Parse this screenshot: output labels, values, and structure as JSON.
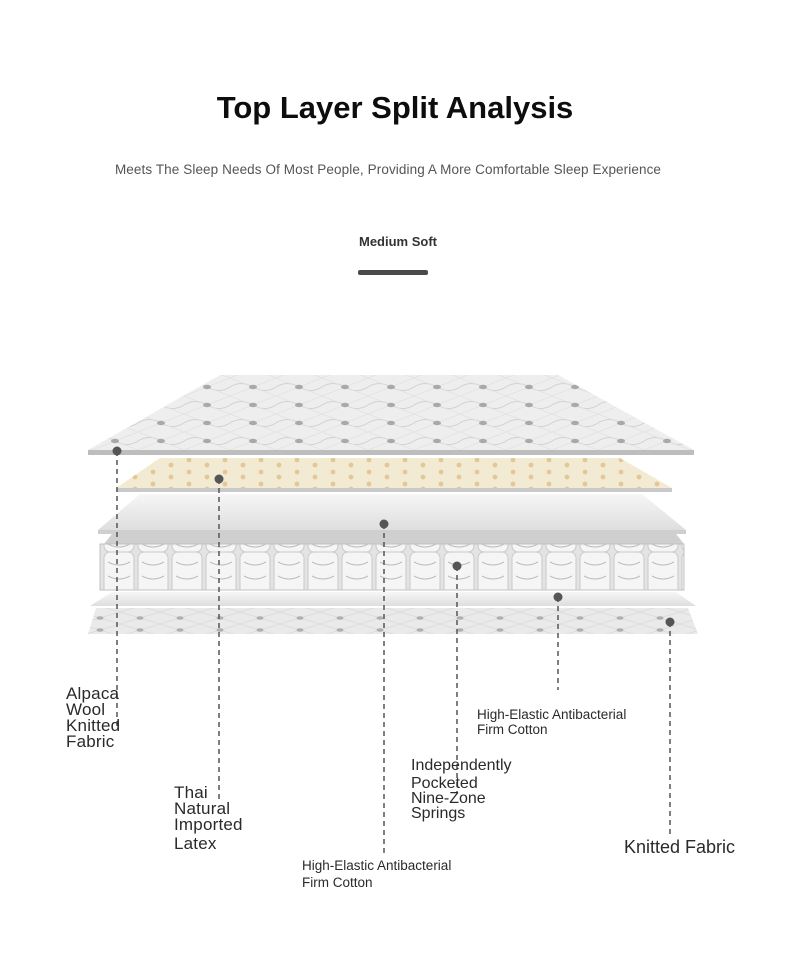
{
  "header": {
    "title": "Top Layer Split Analysis",
    "subtitle": "Meets The Sleep Needs Of Most People, Providing A More Comfortable Sleep Experience"
  },
  "firmness": {
    "label": "Medium Soft"
  },
  "layers": [
    {
      "id": "alpaca",
      "lines": [
        "Alpaca",
        "Wool",
        "Knitted",
        "Fabric"
      ]
    },
    {
      "id": "latex",
      "lines": [
        "Thai",
        "Natural",
        "Imported",
        "Latex"
      ]
    },
    {
      "id": "cotton-top",
      "lines": [
        "High-Elastic Antibacterial",
        "Firm Cotton"
      ]
    },
    {
      "id": "springs",
      "lines": [
        "Independently",
        "Pocketed",
        "Nine-Zone",
        "Springs"
      ]
    },
    {
      "id": "cotton-bottom",
      "lines": [
        "High-Elastic Antibacterial",
        "Firm Cotton"
      ]
    },
    {
      "id": "knitted",
      "lines": [
        "Knitted Fabric"
      ]
    }
  ],
  "colors": {
    "title": "#0d0d0d",
    "subtitle": "#555555",
    "leader_line": "#555555",
    "latex": "#efe3c6",
    "fabric": "#e6e6e6"
  }
}
